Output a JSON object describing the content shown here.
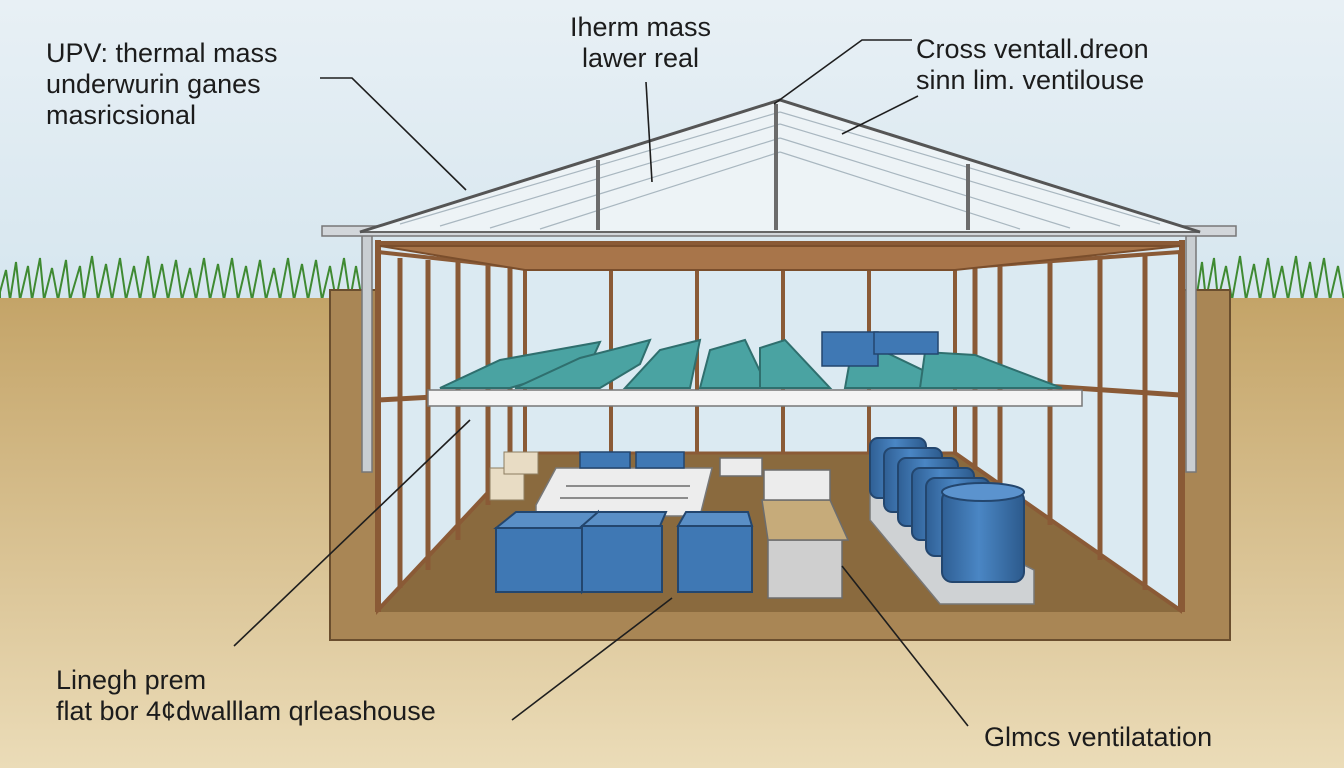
{
  "labels": {
    "top_left": [
      "UPV: thermal mass",
      "underwurin ganes",
      "masricsional"
    ],
    "top_center": [
      "Iherm mass",
      "lawer real"
    ],
    "top_right": [
      "Cross ventall.dreon",
      "sinn lim. ventilouse"
    ],
    "bottom_left": [
      "Linegh prem",
      "flat bor 4¢dwalllam qrleashouse"
    ],
    "bottom_right": [
      "Glmcs ventilatation"
    ]
  },
  "colors": {
    "sky": "#dfeaf1",
    "soil": "#c9ab72",
    "pit_floor": "#8a6a3e",
    "timber": "#8a5a36",
    "glazing": "#dbeaf2",
    "water_container": "#3f78b4",
    "planting_bed": "#4aa3a2",
    "grass": "#3f8a32"
  },
  "icons": [
    "grass-tufts",
    "blue-storage-crate",
    "blue-water-barrel",
    "planting-bed"
  ]
}
